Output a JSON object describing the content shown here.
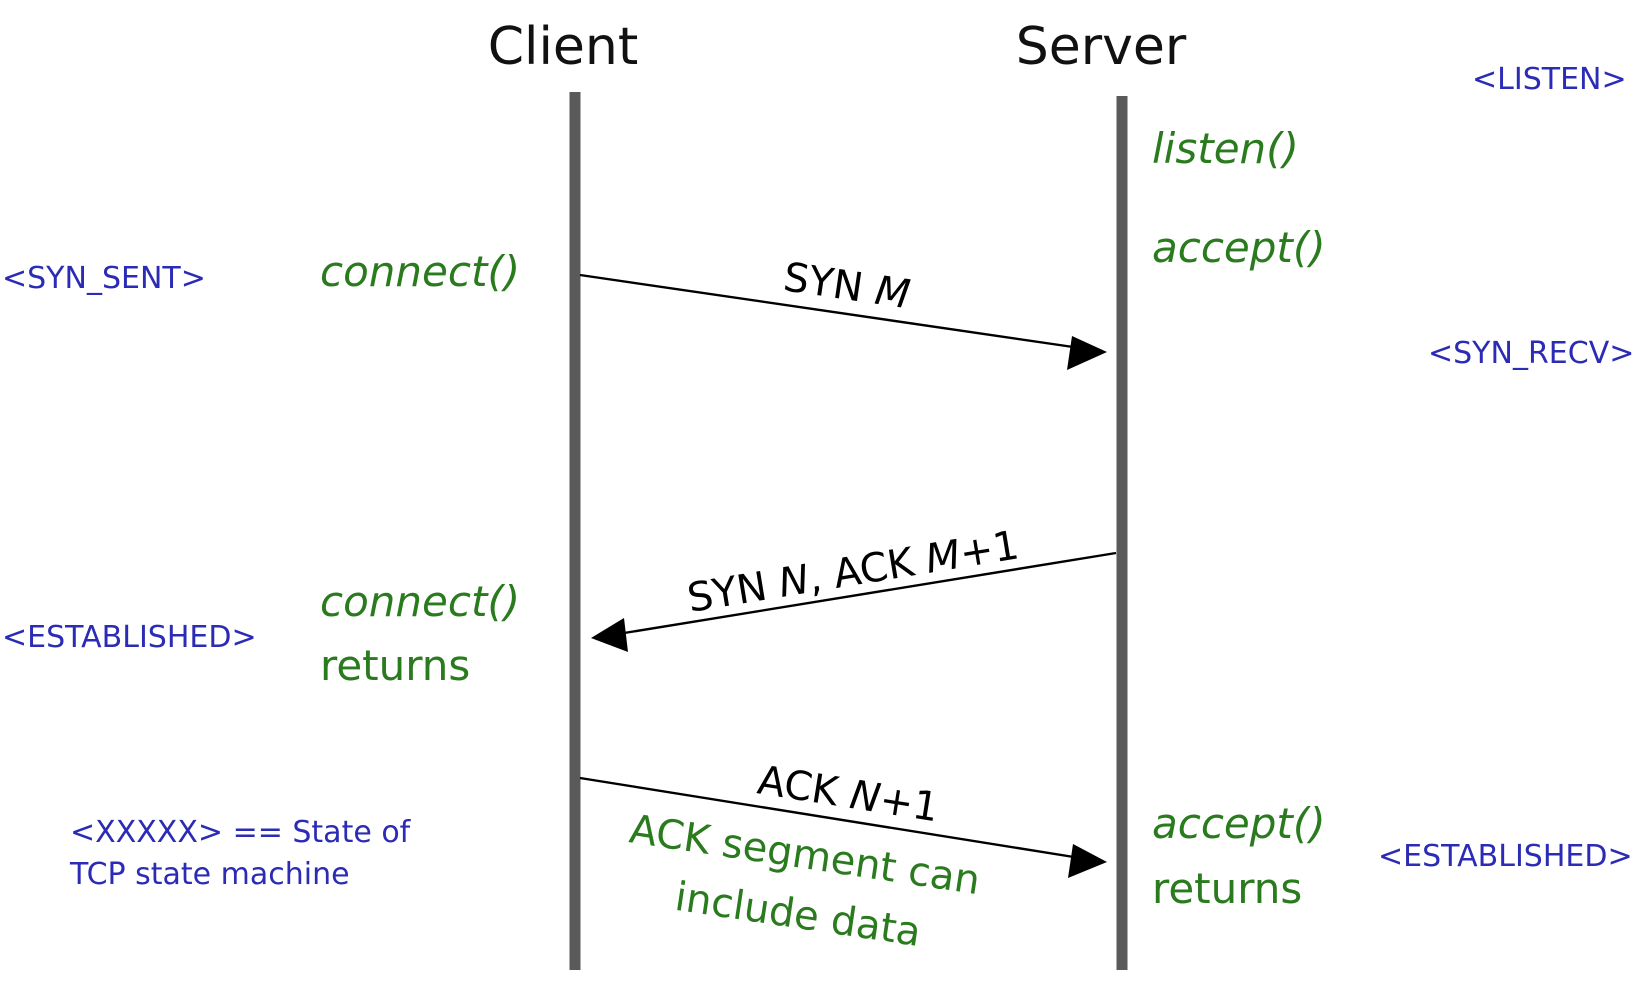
{
  "participants": {
    "client": "Client",
    "server": "Server"
  },
  "client_calls": {
    "connect": "connect()",
    "connect_returns_call": "connect()",
    "connect_returns_word": "returns"
  },
  "server_calls": {
    "listen": "listen()",
    "accept": "accept()",
    "accept_returns_call": "accept()",
    "accept_returns_word": "returns"
  },
  "messages": [
    {
      "prefix": "SYN ",
      "variable": "M",
      "suffix": ""
    },
    {
      "prefix": "SYN ",
      "variable": "N",
      "middle": ", ACK ",
      "variable2": "M",
      "suffix": "+1"
    },
    {
      "prefix": "ACK ",
      "variable": "N",
      "suffix": "+1"
    }
  ],
  "ack_note": {
    "line1": "ACK segment can",
    "line2": "include data"
  },
  "states": {
    "listen": "<LISTEN>",
    "syn_sent": "<SYN_SENT>",
    "syn_recv": "<SYN_RECV>",
    "client_established": "<ESTABLISHED>",
    "server_established": "<ESTABLISHED>"
  },
  "legend": {
    "line1": "<XXXXX> == State of",
    "line2": "TCP state machine"
  },
  "colors": {
    "call_text": "#2a7a1e",
    "state_text": "#2b2bb5",
    "lifeline": "#5a5a5a",
    "message": "#000000"
  }
}
